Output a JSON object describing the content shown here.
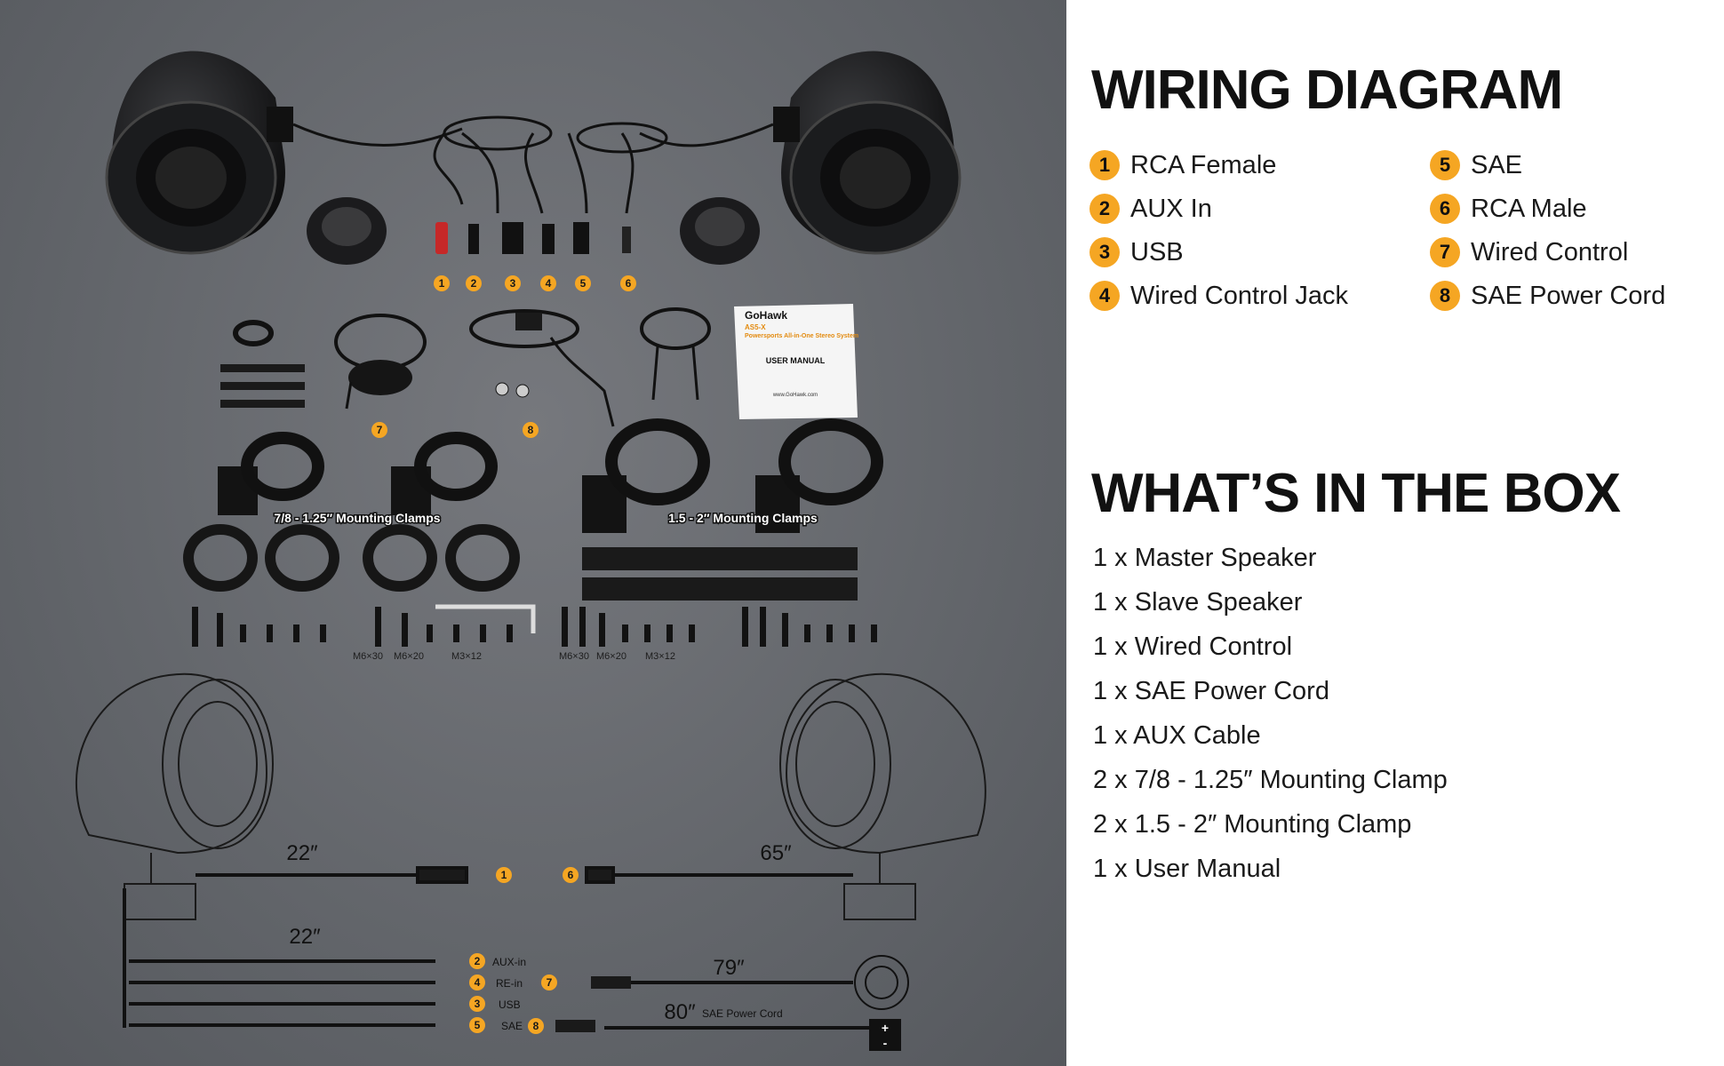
{
  "photo": {
    "connector_numbers": [
      "1",
      "2",
      "3",
      "4",
      "5",
      "6"
    ],
    "accessory_numbers": {
      "wired_control": "7",
      "power_cord": "8"
    },
    "manual": {
      "brand": "GoHawk",
      "product": "AS5-X",
      "subtitle": "Powersports All-in-One Stereo System",
      "heading": "USER MANUAL",
      "footer_url": "www.GoHawk.com"
    },
    "clamp_labels": [
      "7/8 - 1.25″ Mounting Clamps",
      "1.5 - 2″ Mounting Clamps"
    ],
    "screw_labels": [
      "M6×30",
      "M6×20",
      "M3×12",
      "M6×30",
      "M6×20",
      "M3×12"
    ],
    "diagram": {
      "dims": [
        "22″",
        "65″",
        "22″",
        "79″",
        "80″"
      ],
      "wires": [
        {
          "num": "2",
          "label": "AUX-in"
        },
        {
          "num": "4",
          "label": "RE-in"
        },
        {
          "num": "3",
          "label": "USB"
        },
        {
          "num": "5",
          "label": "SAE"
        }
      ],
      "rca_female_num": "1",
      "rca_male_num": "6",
      "wired_control_num": "7",
      "power_cord_num": "8",
      "power_cord_label": "SAE Power Cord",
      "battery_plus": "+",
      "battery_minus": "-"
    }
  },
  "wiring": {
    "title": "WIRING DIAGRAM",
    "items": [
      {
        "num": "1",
        "label": "RCA Female"
      },
      {
        "num": "2",
        "label": "AUX In"
      },
      {
        "num": "3",
        "label": "USB"
      },
      {
        "num": "4",
        "label": "Wired Control Jack"
      },
      {
        "num": "5",
        "label": "SAE"
      },
      {
        "num": "6",
        "label": "RCA Male"
      },
      {
        "num": "7",
        "label": "Wired Control"
      },
      {
        "num": "8",
        "label": "SAE Power Cord"
      }
    ]
  },
  "box": {
    "title": "WHAT’S IN THE BOX",
    "items": [
      "1 x Master Speaker",
      "1 x Slave Speaker",
      "1 x Wired Control",
      "1 x SAE Power Cord",
      "1 x AUX Cable",
      "2 x 7/8 - 1.25″ Mounting Clamp",
      "2 x 1.5 - 2″ Mounting Clamp",
      "1 x User Manual"
    ]
  },
  "colors": {
    "accent": "#f5a623",
    "panel": "#62656a",
    "text": "#111111"
  }
}
